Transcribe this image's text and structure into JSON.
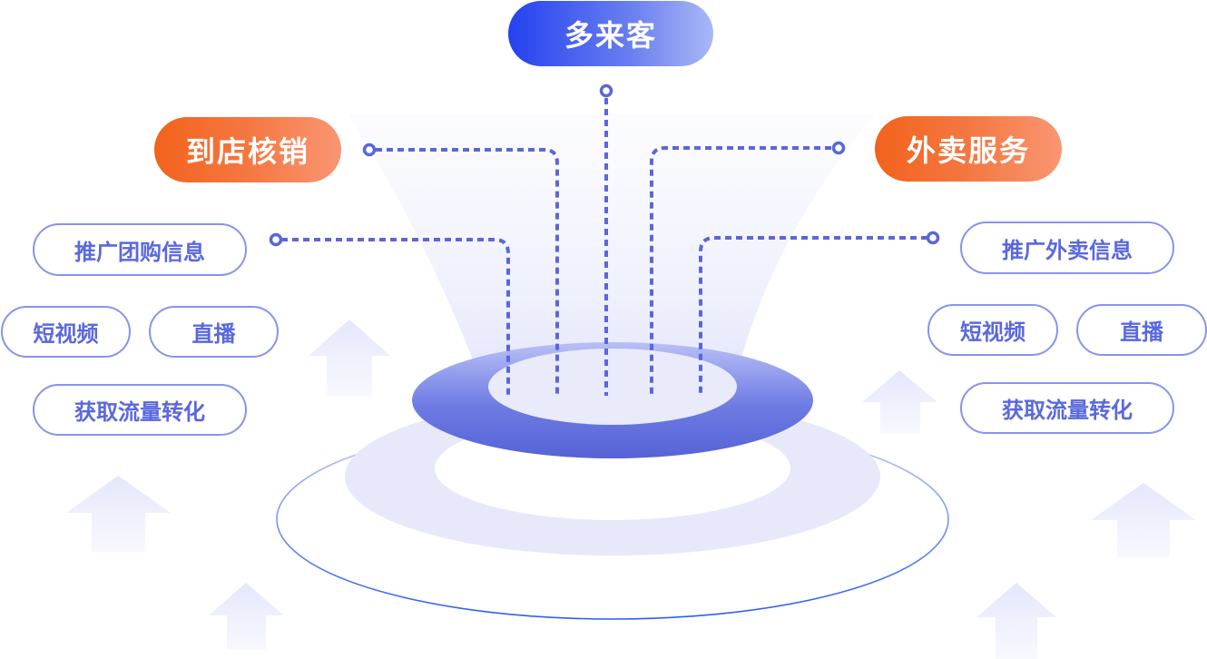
{
  "center": {
    "title": "多来客"
  },
  "left": {
    "title": "到店核销",
    "tags": [
      "推广团购信息",
      "短视频",
      "直播",
      "获取流量转化"
    ]
  },
  "right": {
    "title": "外卖服务",
    "tags": [
      "推广外卖信息",
      "短视频",
      "直播",
      "获取流量转化"
    ]
  },
  "colors": {
    "primary_blue": "#2441ef",
    "accent_orange": "#f2621c",
    "line_color": "#5b67d8",
    "tag_border": "#8694ee",
    "tag_text": "#5a68df"
  }
}
